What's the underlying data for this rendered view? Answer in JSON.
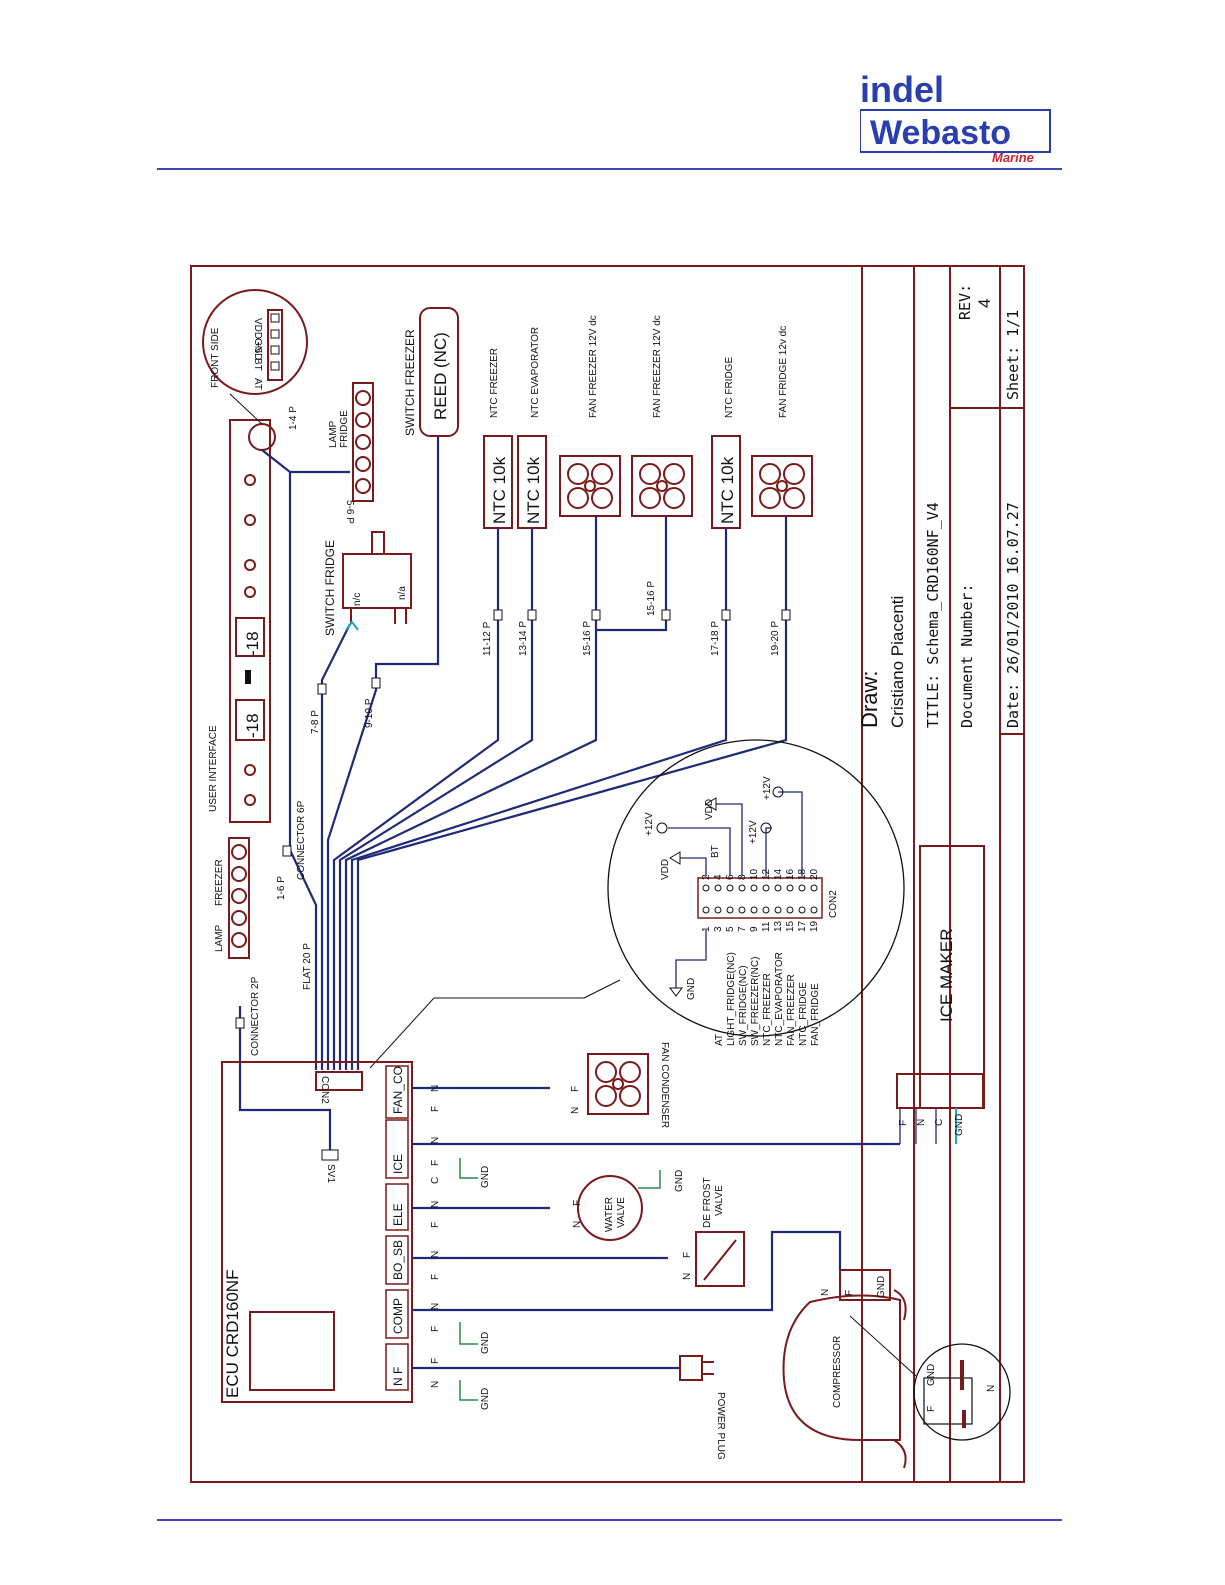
{
  "logo": {
    "line1": "indel",
    "line2": "Webasto",
    "line3": "Marine"
  },
  "title_block": {
    "draw_label": "Draw:",
    "author": "Cristiano Piacenti",
    "title": "TITLE: Schema_CRD160NF_V4",
    "document_number": "Document Number:",
    "date": "Date: 26/01/2010 16.07.27",
    "rev_label": "REV:",
    "rev_value": "4",
    "sheet": "Sheet: 1/1"
  },
  "labels": {
    "user_interface": "USER INTERFACE",
    "display_left": "-18",
    "display_right": "-18",
    "front_side": "FRONT SIDE",
    "pin_at": "AT",
    "pin_bt": "BT",
    "pin_gnd": "GND",
    "pin_vdd": "VDD +5",
    "lamp_fridge": "LAMP",
    "lamp_fridge_2": "FRIDGE",
    "lamp_freezer": "LAMP",
    "lamp_freezer_2": "FREEZER",
    "switch_fridge": "SWITCH FRIDGE",
    "switch_nc": "n/c",
    "switch_na": "n/a",
    "switch_freezer": "SWITCH FREEZER",
    "reed": "REED (NC)",
    "ntc_freezer": "NTC FREEZER",
    "ntc_evaporator": "NTC EVAPORATOR",
    "fan_freezer_1": "FAN FREEZER 12V dc",
    "fan_freezer_2": "FAN FREEZER 12V dc",
    "ntc_fridge": "NTC FRIDGE",
    "fan_fridge": "FAN FRIDGE 12v dc",
    "ntc_10k_1": "NTC 10k",
    "ntc_10k_2": "NTC 10k",
    "ntc_10k_3": "NTC 10k",
    "p_1_4": "1-4 P",
    "p_5_6": "5-6 P",
    "p_1_6": "1-6 P",
    "p_7_8": "7-8 P",
    "p_9_10": "9-10 P",
    "p_11_12": "11-12 P",
    "p_13_14": "13-14 P",
    "p_15_16": "15-16 P",
    "p_15_16b": "15-16 P",
    "p_17_18": "17-18 P",
    "p_19_20": "19-20 P",
    "connector_6p": "CONNECTOR 6P",
    "connector_2p": "CONNECTOR 2P",
    "flat_20p": "FLAT 20 P",
    "ecu": "ECU  CRD160NF",
    "con2": "CON2",
    "sv1": "SV1",
    "fan_condenser": "FAN CONDENSER",
    "ice_maker": "ICE MAKER",
    "water_valve": "WATER",
    "water_valve_2": "VALVE",
    "defrost_valve": "DE FROST",
    "defrost_valve_2": "VALVE",
    "compressor": "COMPRESSOR",
    "power_plug": "POWER PLUG",
    "gnd": "GND",
    "n": "N",
    "f": "F",
    "c": "C",
    "vdd": "VDD",
    "plus12v": "+12V",
    "bt": "BT"
  },
  "ecu_terminals": [
    "FAN_CO",
    "ICE",
    "ELE",
    "BO_SB",
    "COMP",
    "N  F"
  ],
  "con2_signals": [
    "AT",
    "LIGHT_FRIDGE(NC)",
    "SW_FRIDGE(NC)",
    "SW_FREEZER(NC)",
    "NTC_FREEZER",
    "NTC_EVAPORATOR",
    "FAN_FREEZER",
    "NTC_FRIDGE",
    "FAN_FRIDGE"
  ],
  "con2_pins_odd": [
    "1",
    "3",
    "5",
    "7",
    "9",
    "11",
    "13",
    "15",
    "17",
    "19"
  ],
  "con2_pins_even": [
    "2",
    "4",
    "6",
    "8",
    "10",
    "12",
    "14",
    "16",
    "18",
    "20"
  ]
}
